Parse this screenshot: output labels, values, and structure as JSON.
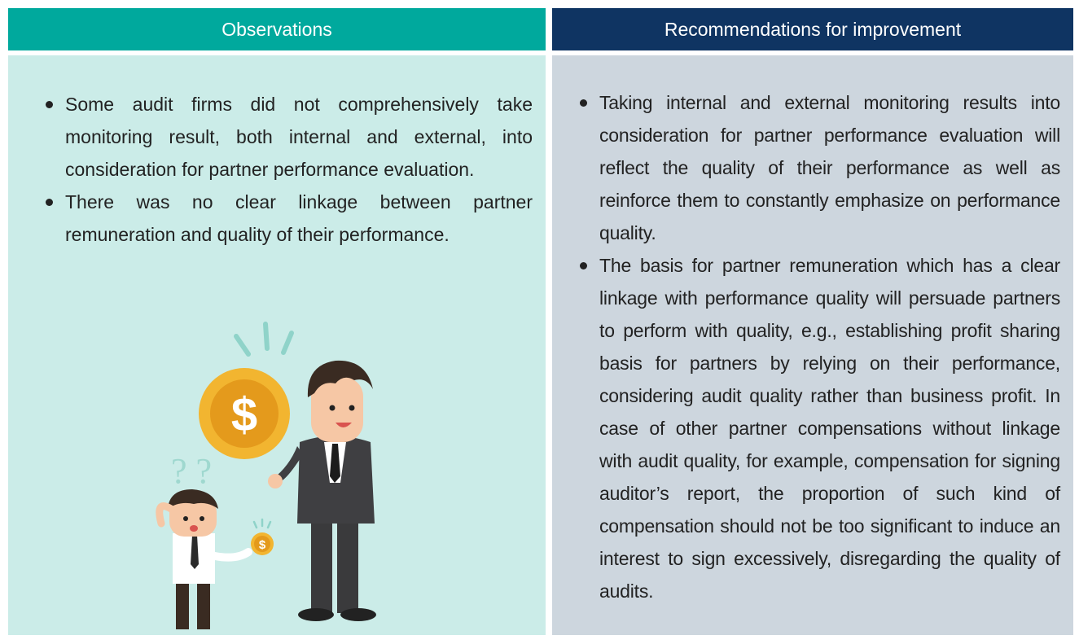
{
  "observations": {
    "header": "Observations",
    "items": [
      "Some audit firms did not comprehensively take monitoring result, both internal and external, into consideration for partner performance evaluation.",
      "There was no clear linkage between partner remuneration and quality of their performance."
    ]
  },
  "recommendations": {
    "header": "Recommendations for improvement",
    "items": [
      "Taking internal and external monitoring results into consideration for partner performance evaluation will reflect the quality of their performance as well as reinforce them to constantly emphasize on performance quality.",
      "The basis for partner remuneration which has a clear linkage with performance quality will persuade partners to perform with quality, e.g., establishing profit sharing basis for partners by relying on their performance, considering audit quality rather than business profit. In case of other partner compensations without linkage with audit quality, for example, compensation for signing auditor’s report, the proportion of such kind of compensation should not be too significant to induce an interest to sign excessively, disregarding the quality of audits."
    ]
  },
  "illustration": {
    "coin_symbol": "$",
    "question_marks": "? ?"
  },
  "colors": {
    "observations_header": "#00a99d",
    "recommendations_header": "#0f3462",
    "observations_panel": "#cbece8",
    "recommendations_panel": "#cdd6de"
  }
}
